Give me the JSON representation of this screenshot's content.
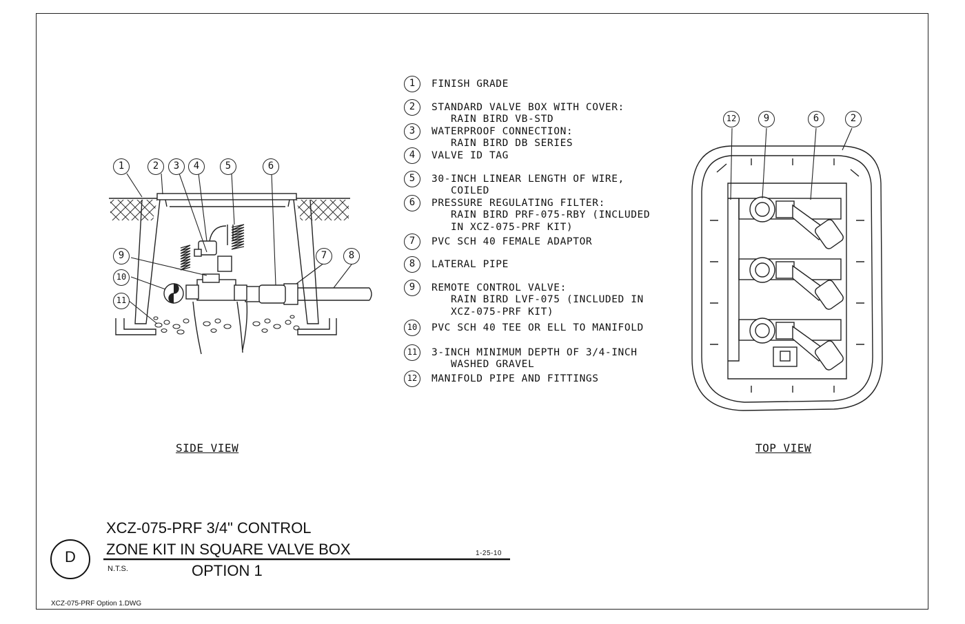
{
  "legend": [
    {
      "num": "1",
      "lines": "FINISH GRADE"
    },
    {
      "num": "2",
      "lines": "STANDARD VALVE BOX WITH COVER:\n   RAIN BIRD VB-STD"
    },
    {
      "num": "3",
      "lines": "WATERPROOF CONNECTION:\n   RAIN BIRD DB SERIES"
    },
    {
      "num": "4",
      "lines": "VALVE ID TAG"
    },
    {
      "num": "5",
      "lines": "30-INCH LINEAR LENGTH OF WIRE,\n   COILED"
    },
    {
      "num": "6",
      "lines": "PRESSURE REGULATING FILTER:\n   RAIN BIRD PRF-075-RBY (INCLUDED\n   IN XCZ-075-PRF KIT)"
    },
    {
      "num": "7",
      "lines": "PVC SCH 40 FEMALE ADAPTOR"
    },
    {
      "num": "8",
      "lines": "LATERAL PIPE"
    },
    {
      "num": "9",
      "lines": "REMOTE CONTROL VALVE:\n   RAIN BIRD LVF-075 (INCLUDED IN\n   XCZ-075-PRF KIT)"
    },
    {
      "num": "10",
      "lines": "PVC SCH 40 TEE OR ELL TO MANIFOLD"
    },
    {
      "num": "11",
      "lines": "3-INCH MINIMUM DEPTH OF 3/4-INCH\n   WASHED GRAVEL"
    },
    {
      "num": "12",
      "lines": "MANIFOLD PIPE AND FITTINGS"
    }
  ],
  "side_view": {
    "label": "SIDE VIEW",
    "callouts": [
      "1",
      "2",
      "3",
      "4",
      "5",
      "6",
      "7",
      "8",
      "9",
      "10",
      "11"
    ]
  },
  "top_view": {
    "label": "TOP VIEW",
    "callouts": [
      "12",
      "9",
      "6",
      "2"
    ]
  },
  "title_block": {
    "detail_letter": "D",
    "title_line1": "XCZ-075-PRF 3/4\" CONTROL",
    "title_line2": "ZONE KIT IN SQUARE VALVE BOX",
    "scale": "N.T.S.",
    "option": "OPTION 1",
    "date": "1-25-10"
  },
  "file_name": "XCZ-075-PRF Option 1.DWG"
}
